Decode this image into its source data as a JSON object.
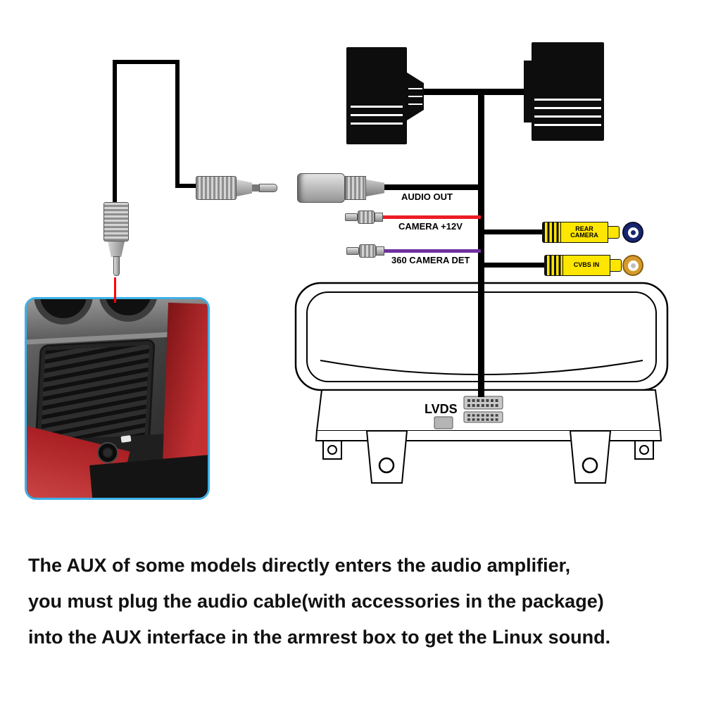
{
  "labels": {
    "audio_out": "AUDIO OUT",
    "camera_12v": "CAMERA +12V",
    "camera_det": "360 CAMERA DET",
    "rear_camera": "REAR CAMERA",
    "cvbs_in": "CVBS IN",
    "lvds": "LVDS"
  },
  "caption": {
    "line1": "The AUX of some models directly enters the audio amplifier,",
    "line2": "you must plug the audio cable(with accessories in the package)",
    "line3": "into the AUX interface in the armrest box to get the Linux sound."
  },
  "colors": {
    "camera_12v_wire": "#ed1c24",
    "camera_det_wire": "#7030a0",
    "rca_body": "#ffe600",
    "rear_jack_ring": "#17266f",
    "rear_jack_core": "#17266f",
    "cvbs_jack_ring": "#d69a2d",
    "cvbs_jack_core": "#bfbfbf",
    "photo_border": "#3db1e8",
    "pointer_line": "#ff0000",
    "harness": "#000000"
  }
}
